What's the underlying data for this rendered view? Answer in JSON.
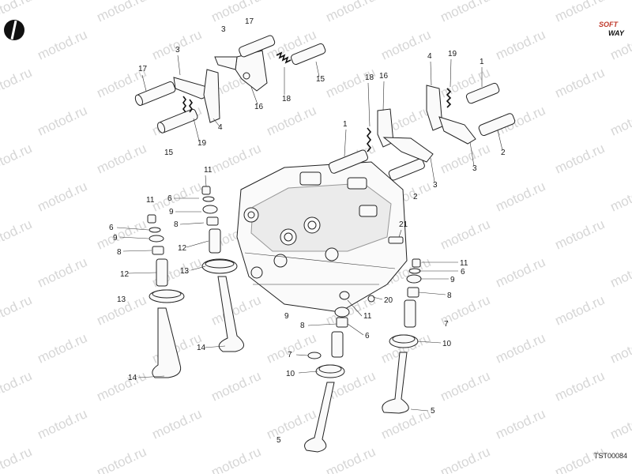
{
  "watermark": "motod.ru",
  "brand": {
    "line1": "SOFT",
    "line2": "WAY"
  },
  "doc_code": "TST00084",
  "callouts": [
    "1",
    "2",
    "3",
    "4",
    "5",
    "6",
    "7",
    "8",
    "9",
    "10",
    "11",
    "12",
    "13",
    "14",
    "15",
    "16",
    "17",
    "18",
    "19",
    "20",
    "21"
  ]
}
